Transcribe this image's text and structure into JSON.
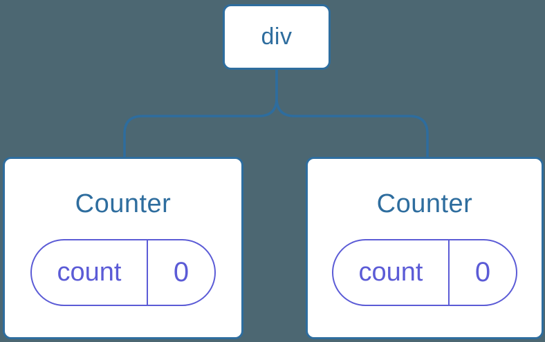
{
  "theme": {
    "canvas_bg": "#4C6772",
    "node_border": "#2E6D9E",
    "node_bg": "#FFFFFF",
    "node_text": "#2E6D9E",
    "state_accent": "#5B5BD6"
  },
  "tree": {
    "root": {
      "label": "div"
    },
    "children": [
      {
        "title": "Counter",
        "state": {
          "key": "count",
          "value": "0"
        }
      },
      {
        "title": "Counter",
        "state": {
          "key": "count",
          "value": "0"
        }
      }
    ]
  }
}
